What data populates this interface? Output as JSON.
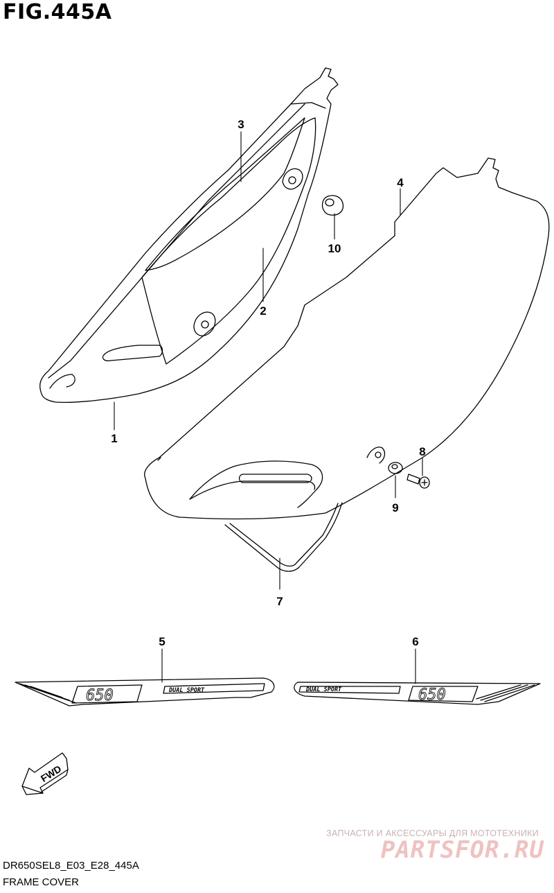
{
  "figure": {
    "title": "FIG.445A"
  },
  "callouts": {
    "c1": "1",
    "c2": "2",
    "c3": "3",
    "c4": "4",
    "c5": "5",
    "c6": "6",
    "c7": "7",
    "c8": "8",
    "c9": "9",
    "c10": "10"
  },
  "decal_text": {
    "left_model": "650",
    "left_brand": "DUAL SPORT",
    "right_model": "650",
    "right_brand": "DUAL SPORT"
  },
  "fwd_label": "FWD",
  "footer": {
    "model_code": "DR650SEL8_E03_E28_445A",
    "section": "FRAME COVER"
  },
  "watermark": {
    "tagline": "ЗАПЧАСТИ И АКСЕССУАРЫ ДЛЯ МОТОТЕХНИКИ",
    "brand": "PARTSFOR.RU"
  },
  "colors": {
    "line": "#000000",
    "background": "#ffffff",
    "watermark": "#efc2c2"
  }
}
